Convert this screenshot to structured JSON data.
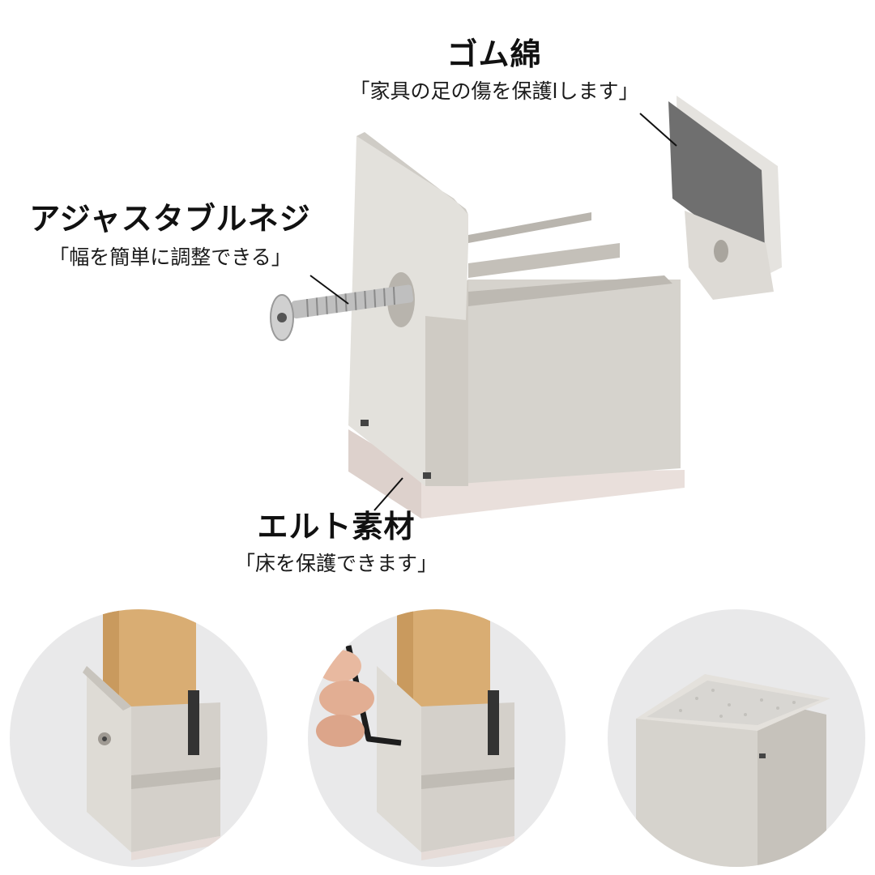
{
  "callouts": {
    "rubber": {
      "title": "ゴム綿",
      "caption": "「家具の足の傷を保護lします」"
    },
    "screw": {
      "title": "アジャスタブルネジ",
      "caption": "「幅を簡単に調整できる」"
    },
    "felt": {
      "title": "エルト素材",
      "caption": "「床を保護できます」"
    }
  },
  "colors": {
    "body": "#dedbd5",
    "body_shade": "#cfcbc4",
    "felt": "#e6dcd8",
    "pad": "#6d6d6d",
    "wood": "#d9ad73",
    "circle_bg": "#e9e9ea"
  },
  "illustrations": [
    "protector-with-wood-leg",
    "hand-with-hex-key-adjusting",
    "protector-bottom-felt-view"
  ]
}
